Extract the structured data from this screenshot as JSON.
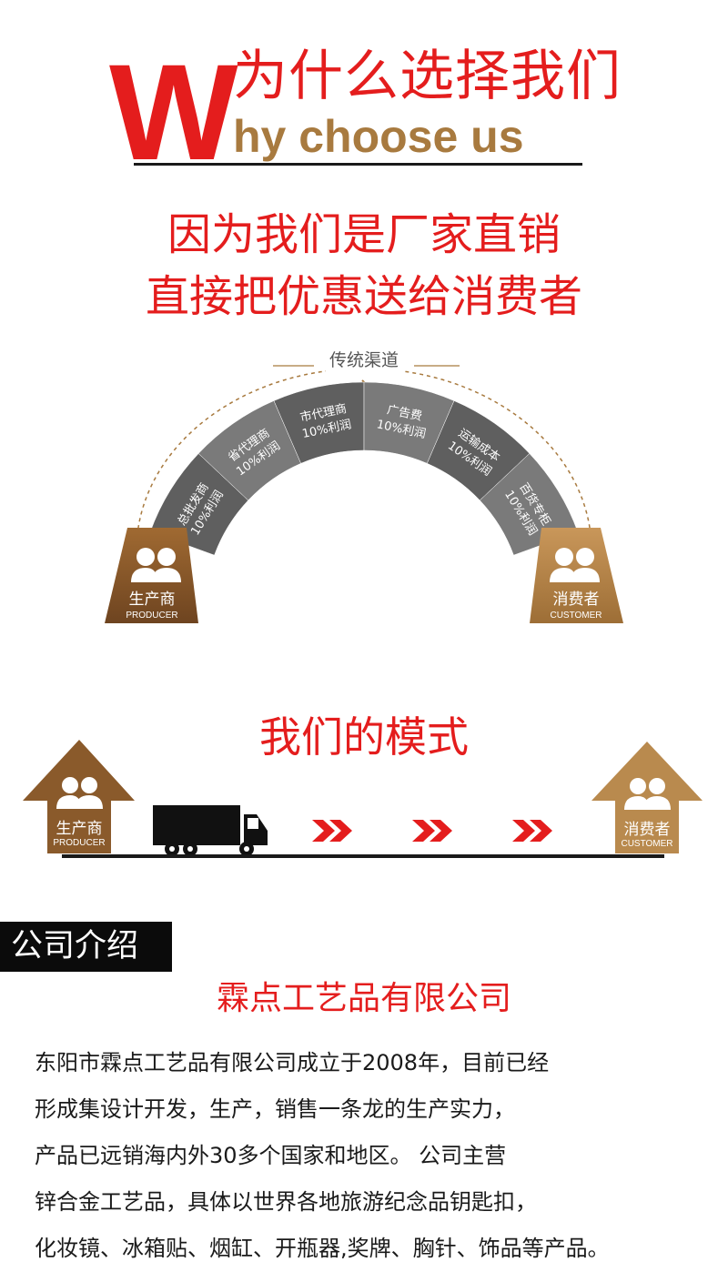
{
  "header": {
    "big_letter": "W",
    "cn_title": "为什么选择我们",
    "en_title": "hy choose us"
  },
  "slogan": {
    "line1": "因为我们是厂家直销",
    "line2": "直接把优惠送给消费者"
  },
  "traditional": {
    "label": "传统渠道",
    "producer_cn": "生产商",
    "producer_en": "PRODUCER",
    "customer_cn": "消费者",
    "customer_en": "CUSTOMER",
    "segments": [
      {
        "name": "总批发商",
        "margin": "10%利润"
      },
      {
        "name": "省代理商",
        "margin": "10%利润"
      },
      {
        "name": "市代理商",
        "margin": "10%利润"
      },
      {
        "name": "广告费",
        "margin": "10%利润"
      },
      {
        "name": "运输成本",
        "margin": "10%利润"
      },
      {
        "name": "百货专柜",
        "margin": "10%利润"
      }
    ]
  },
  "model": {
    "title": "我们的模式",
    "producer_cn": "生产商",
    "producer_en": "PRODUCER",
    "customer_cn": "消费者",
    "customer_en": "CUSTOMER"
  },
  "intro": {
    "tag": "公司介绍",
    "company": "霖点工艺品有限公司",
    "lines": [
      "东阳市霖点工艺品有限公司成立于2008年，目前已经",
      "形成集设计开发，生产，销售一条龙的生产实力，",
      "产品已远销海内外30多个国家和地区。 公司主营",
      "锌合金工艺品，具体以世界各地旅游纪念品钥匙扣，",
      "化妆镜、冰箱贴、烟缸、开瓶器,奖牌、胸针、饰品等产品。"
    ]
  },
  "colors": {
    "red": "#e41d1d",
    "gold": "#a87a3f",
    "producer_brown": "#8a5a2b",
    "customer_tan": "#b98a4e",
    "segment_dark": "#5f5f5f",
    "segment_light": "#7a7a7a"
  }
}
